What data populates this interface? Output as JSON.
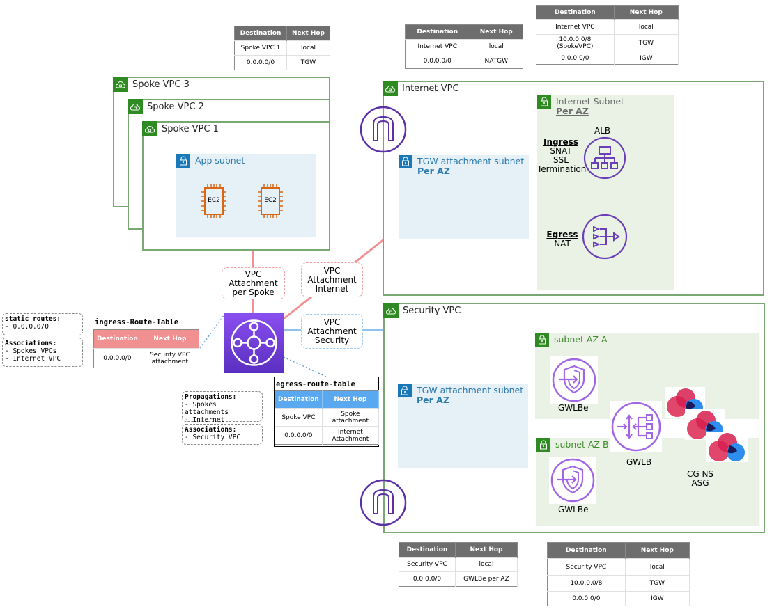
{
  "route_tables": {
    "spoke": {
      "headers": [
        "Destination",
        "Next Hop"
      ],
      "rows": [
        [
          "Spoke VPC 1",
          "local"
        ],
        [
          "0.0.0.0/0",
          "TGW"
        ]
      ]
    },
    "tgw_attach_internet": {
      "headers": [
        "Destination",
        "Next Hop"
      ],
      "rows": [
        [
          "Internet VPC",
          "local"
        ],
        [
          "0.0.0.0/0",
          "NATGW"
        ]
      ]
    },
    "internet_subnet": {
      "headers": [
        "Destination",
        "Next Hop"
      ],
      "rows": [
        [
          "Internet VPC",
          "local"
        ],
        [
          "10.0.0.0/8\n(SpokeVPC)",
          "TGW"
        ],
        [
          "0.0.0.0/0",
          "IGW"
        ]
      ]
    },
    "ingress": {
      "title": "ingress-Route-Table",
      "headers": [
        "Destination",
        "Next Hop"
      ],
      "rows": [
        [
          "0.0.0.0/0",
          "Security VPC attachment"
        ]
      ]
    },
    "egress": {
      "title": "egress-route-table",
      "headers": [
        "Destination",
        "Next Hop"
      ],
      "rows": [
        [
          "Spoke VPC",
          "Spoke attachment"
        ],
        [
          "0.0.0.0/0",
          "Internet Attachment"
        ]
      ]
    },
    "tgw_attach_security": {
      "headers": [
        "Destination",
        "Next Hop"
      ],
      "rows": [
        [
          "Security VPC",
          "local"
        ],
        [
          "0.0.0.0/0",
          "GWLBe per AZ"
        ]
      ]
    },
    "security_subnet": {
      "headers": [
        "Destination",
        "Next Hop"
      ],
      "rows": [
        [
          "Security VPC",
          "local"
        ],
        [
          "10.0.0.0/8",
          "TGW"
        ],
        [
          "0.0.0.0/0",
          "IGW"
        ]
      ]
    }
  },
  "vpcs": {
    "spoke3": "Spoke VPC 3",
    "spoke2": "Spoke VPC 2",
    "spoke1": "Spoke VPC 1",
    "internet": "Internet VPC",
    "security": "Security VPC"
  },
  "subnets": {
    "app": "App subnet",
    "tgw_internet": {
      "title": "TGW attachment subnet",
      "sub": "Per AZ"
    },
    "internet": {
      "title": "Internet Subnet",
      "sub": "Per AZ"
    },
    "tgw_security": {
      "title": "TGW attachment subnet",
      "sub": "Per AZ"
    },
    "az_a": "subnet AZ A",
    "az_b": "subnet AZ B"
  },
  "resources": {
    "ec2_1": "EC2",
    "ec2_2": "EC2",
    "alb": "ALB",
    "ingress_title": "Ingress",
    "ingress_lines": [
      "SNAT",
      "SSL",
      "Termination"
    ],
    "egress_title": "Egress",
    "egress_lines": [
      "NAT"
    ],
    "gwlbe_a": "GWLBe",
    "gwlbe_b": "GWLBe",
    "gwlb": "GWLB",
    "asg": [
      "CG NS",
      "ASG"
    ]
  },
  "attachments": {
    "spoke": [
      "VPC",
      "Attachment",
      "per Spoke"
    ],
    "internet": [
      "VPC",
      "Attachment",
      "Internet"
    ],
    "security": [
      "VPC",
      "Attachment",
      "Security"
    ]
  },
  "notes": {
    "static_routes": {
      "title": "static routes:",
      "items": [
        "- 0.0.0.0/0"
      ]
    },
    "ingress_assoc": {
      "title": "Associations:",
      "items": [
        "- Spokes VPCs",
        "- Internet VPC"
      ]
    },
    "propagations": {
      "title": "Propagations:",
      "items": [
        "- Spokes attachments",
        "- Internet Attachment"
      ]
    },
    "egress_assoc": {
      "title": "Associations:",
      "items": [
        "- Security VPC"
      ]
    }
  },
  "colors": {
    "vpc_border": "#7aa872",
    "vpc_badge": "#2e8b22",
    "subnet_blue": "#e6f0f7",
    "subnet_green": "#e9f2e5",
    "tgw_purple": "#7b3fe4",
    "icon_purple": "#6b3fb8",
    "ec2_orange": "#d86613",
    "line_pink": "#f19090",
    "line_blue": "#8ec3ef",
    "header_gray": "#6e6e6e"
  }
}
